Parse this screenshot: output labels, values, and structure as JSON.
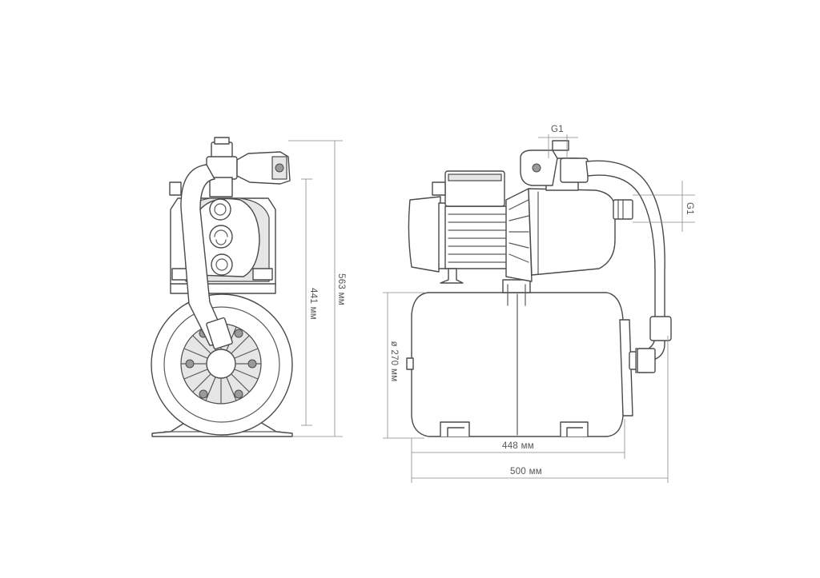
{
  "dimensions": {
    "total_height": "563 мм",
    "body_height": "441 мм",
    "tank_diameter": "ø 270 мм",
    "tank_length": "448 мм",
    "total_length": "500 мм",
    "inlet_thread": "G1",
    "outlet_thread": "G1"
  },
  "colors": {
    "line": "#4a4a4a",
    "dimension_line": "#8a8a8a",
    "background": "#ffffff"
  }
}
